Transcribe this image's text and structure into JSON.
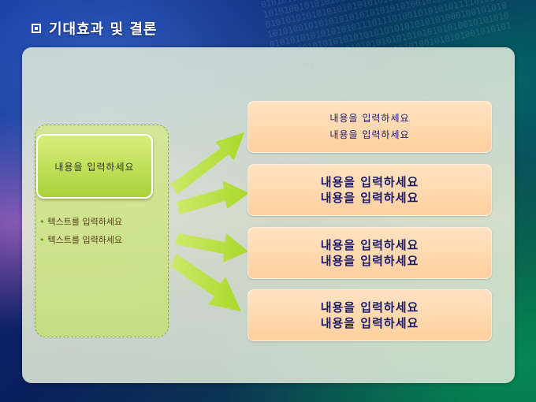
{
  "title": "기대효과 및 결론",
  "left": {
    "button_label": "내용을 입력하세요",
    "bullets": [
      "텍스트를 입력하세요",
      "텍스트를 입력하세요"
    ]
  },
  "right_boxes": [
    {
      "line1": "내용을 입력하세요",
      "line2": "내용을 입력하세요"
    },
    {
      "line1": "내용을 입력하세요",
      "line2": "내용을 입력하세요"
    },
    {
      "line1": "내용을 입력하세요",
      "line2": "내용을 입력하세요"
    },
    {
      "line1": "내용을 입력하세요",
      "line2": "내용을 입력하세요"
    }
  ],
  "colors": {
    "arrow": "#b8e03a",
    "right_box": "#ffd4a8",
    "left_button": "#b9dc4a"
  }
}
